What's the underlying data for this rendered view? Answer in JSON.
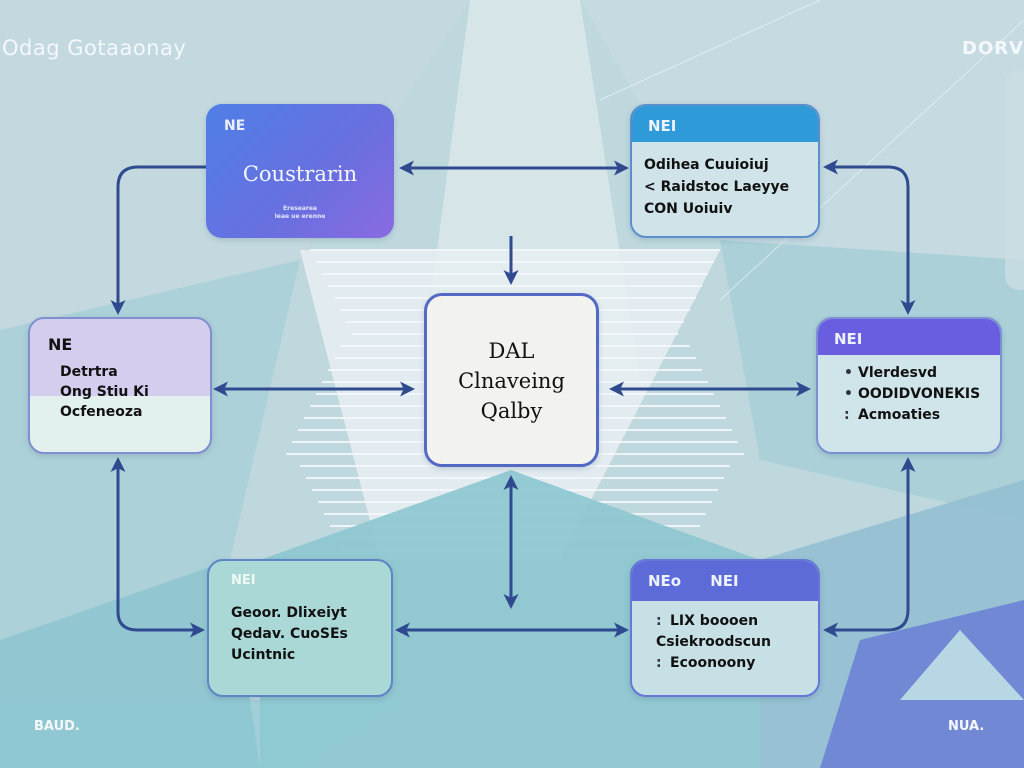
{
  "corners": {
    "top_left": "Odag Gotaaonay",
    "top_right": "DORV",
    "bottom_left": "BAUD.",
    "bottom_right": "NUA."
  },
  "nodes": {
    "top_left": {
      "tag": "NE",
      "title": "Coustrarin",
      "subtitle": [
        "Eresearea",
        "Ieae ue erenne"
      ]
    },
    "top_right": {
      "tag": "NEI",
      "lines": [
        "Odihea Cuuioiuj",
        "< Raidstoc Laeyye",
        "CON Uoiuiv"
      ]
    },
    "left": {
      "tag": "NE",
      "lines": [
        "Detrtra",
        "Ong Stiu Ki",
        "Ocfeneoza"
      ]
    },
    "center": {
      "lines": [
        "DAL",
        "Clnaveing",
        "Qalby"
      ]
    },
    "right": {
      "tag": "NEI",
      "lines": [
        "Vlerdesvd",
        "OODIDVONEKIS",
        "Acmoaties"
      ]
    },
    "bottom_left": {
      "tag": "NEI",
      "lines": [
        "Geoor. Dlixeiyt",
        "Qedav. CuoSEs",
        "Ucintnic"
      ]
    },
    "bottom_right": {
      "tags": [
        "NEo",
        "NEI"
      ],
      "lines": [
        "LIX boooen",
        "Csiekroodscun",
        "Ecoonoony"
      ]
    }
  },
  "colors": {
    "arrow": "#2f4a8e",
    "accent_blue": "#2e9ad8",
    "accent_violet": "#6a5ee0",
    "background": "#bcd6dc"
  }
}
